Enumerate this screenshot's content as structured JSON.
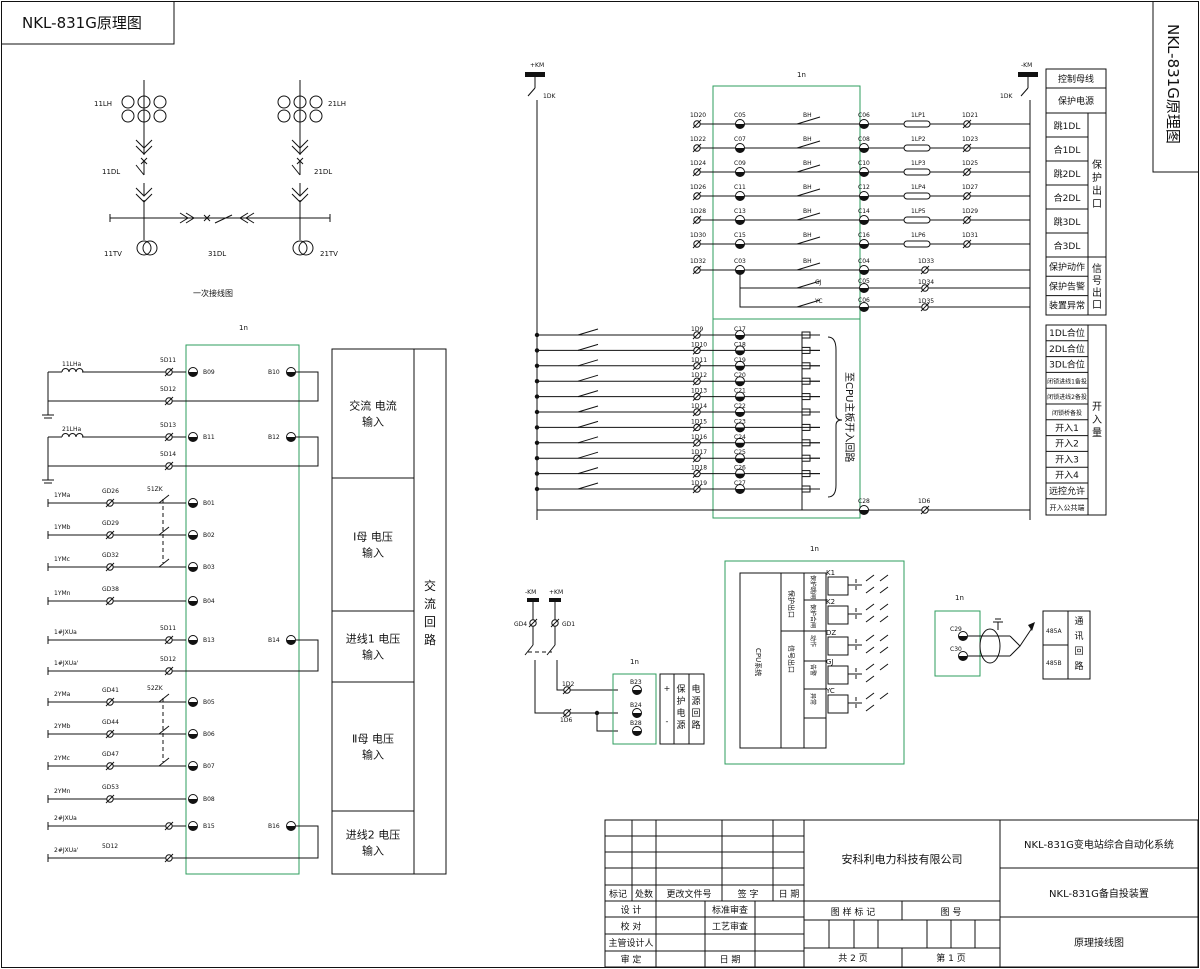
{
  "title": "NKL-831G原理图",
  "side_title": "NKL-831G原理图",
  "primary": {
    "caption": "一次接线图",
    "ct1": "11LH",
    "ct2": "21LH",
    "brk1": "11DL",
    "brk2": "21DL",
    "brk3": "31DL",
    "tv1": "11TV",
    "tv2": "21TV"
  },
  "ac": {
    "box_label": "1n",
    "rows": [
      {
        "lead": "11LHa",
        "term": "5D11",
        "pin": "B09"
      },
      {
        "lead": "",
        "term": "5D12",
        "pin": ""
      },
      {
        "lead": "21LHa",
        "term": "5D13",
        "pin": "B11"
      },
      {
        "lead": "",
        "term": "5D14",
        "pin": ""
      },
      {
        "lead": "1YMa",
        "term": "GD26",
        "pin": "B01"
      },
      {
        "lead": "1YMb",
        "term": "GD29",
        "pin": "B02"
      },
      {
        "lead": "1YMc",
        "term": "GD32",
        "pin": "B03"
      },
      {
        "lead": "1YMn",
        "term": "GD38",
        "pin": "B04"
      },
      {
        "lead": "1#JXUa",
        "term": "5D11",
        "pin": "B13"
      },
      {
        "lead": "1#JXUa'",
        "term": "5D12",
        "pin": ""
      },
      {
        "lead": "2YMa",
        "term": "GD41",
        "pin": "B05"
      },
      {
        "lead": "2YMb",
        "term": "GD44",
        "pin": "B06"
      },
      {
        "lead": "2YMc",
        "term": "GD47",
        "pin": "B07"
      },
      {
        "lead": "2YMn",
        "term": "GD53",
        "pin": "B08"
      },
      {
        "lead": "2#JXUa",
        "term": "",
        "pin": "B15"
      },
      {
        "lead": "2#JXUa'",
        "term": "5D12",
        "pin": ""
      }
    ],
    "right_pins": [
      "B10",
      "B12",
      "B14",
      "B16"
    ],
    "switch1": "51ZK",
    "switch2": "52ZK",
    "panels": [
      "交流  电流\n输入",
      "Ⅰ母  电压\n输入",
      "进线1  电压\n输入",
      "Ⅱ母  电压\n输入",
      "进线2  电压\n输入"
    ],
    "group": "交\n流\n回\n路"
  },
  "outputs": {
    "pos_bus": "+KM",
    "neg_bus": "-KM",
    "fuse_l": "1DK",
    "fuse_r": "1DK",
    "box_label": "1n",
    "rows": [
      {
        "a": "1D20",
        "b": "C05",
        "k": "BH",
        "c": "C06",
        "lp": "1LP1",
        "e": "1D21"
      },
      {
        "a": "1D22",
        "b": "C07",
        "k": "BH",
        "c": "C08",
        "lp": "1LP2",
        "e": "1D23"
      },
      {
        "a": "1D24",
        "b": "C09",
        "k": "BH",
        "c": "C10",
        "lp": "1LP3",
        "e": "1D25"
      },
      {
        "a": "1D26",
        "b": "C11",
        "k": "BH",
        "c": "C12",
        "lp": "1LP4",
        "e": "1D27"
      },
      {
        "a": "1D28",
        "b": "C13",
        "k": "BH",
        "c": "C14",
        "lp": "1LP5",
        "e": "1D29"
      },
      {
        "a": "1D30",
        "b": "C15",
        "k": "BH",
        "c": "C16",
        "lp": "1LP6",
        "e": "1D31"
      }
    ],
    "sig": {
      "a": "1D32",
      "b": "C03",
      "k1": "BH",
      "c1": "C04",
      "e1": "1D33",
      "k2": "GJ",
      "c2": "C05",
      "e2": "1D34",
      "k3": "YC",
      "c3": "C06",
      "e3": "1D35"
    }
  },
  "inputs": {
    "rows": [
      {
        "a": "1D9",
        "b": "C17"
      },
      {
        "a": "1D10",
        "b": "C18"
      },
      {
        "a": "1D11",
        "b": "C19"
      },
      {
        "a": "1D12",
        "b": "C20"
      },
      {
        "a": "1D13",
        "b": "C21"
      },
      {
        "a": "1D14",
        "b": "C22"
      },
      {
        "a": "1D15",
        "b": "C23"
      },
      {
        "a": "1D16",
        "b": "C24"
      },
      {
        "a": "1D17",
        "b": "C25"
      },
      {
        "a": "1D18",
        "b": "C26"
      },
      {
        "a": "1D19",
        "b": "C27"
      }
    ],
    "common": {
      "b": "C28",
      "a": "1D6"
    },
    "cpu_note": "至CPU主板开入回路"
  },
  "legend": {
    "top": [
      "控制母线",
      "保护电源"
    ],
    "prot": [
      "跳1DL",
      "合1DL",
      "跳2DL",
      "合2DL",
      "跳3DL",
      "合3DL"
    ],
    "prot_group": "保\n护\n出\n口",
    "sig": [
      "保护动作",
      "保护告警",
      "装置异常"
    ],
    "sig_group": "信\n号\n出\n口",
    "inp": [
      "1DL合位",
      "2DL合位",
      "3DL合位",
      "闭锁进线1备投",
      "闭锁进线2备投",
      "闭锁桥备投",
      "开入1",
      "开入2",
      "开入3",
      "开入4",
      "远控允许",
      "开入公共端"
    ],
    "inp_group": "开\n入\n量"
  },
  "power": {
    "neg": "-KM",
    "pos": "+KM",
    "f1": "GD4",
    "f2": "GD1",
    "t1": "1D2",
    "t2": "1D6",
    "box_label": "1n",
    "pins": [
      "B23",
      "B24",
      "B28"
    ],
    "plus": "+",
    "minus": "-",
    "label1": "保\n护\n电\n源",
    "label2": "电\n源\n回\n路"
  },
  "cpu": {
    "box_label": "1n",
    "core": "CPU系统",
    "col1": [
      "保护出口",
      "信号出口"
    ],
    "col2": [
      "保护跳闸",
      "保护合闸",
      "动作",
      "告警",
      "异常"
    ],
    "relays": [
      "K1",
      "K2",
      "DZ",
      "GJ",
      "YC"
    ]
  },
  "comm": {
    "box_label": "1n",
    "pins": [
      "C29",
      "C30"
    ],
    "ports": [
      "485A",
      "485B"
    ],
    "label": "通\n讯\n回\n路"
  },
  "titleblock": {
    "company": "安科利电力科技有限公司",
    "system": "NKL-831G变电站综合自动化系统",
    "device": "NKL-831G备自投装置",
    "drawing": "原理接线图",
    "rev_headers": [
      "标记",
      "处数",
      "更改文件号",
      "签 字",
      "日 期"
    ],
    "roles_left": [
      "设  计",
      "校  对",
      "主管设计人",
      "审  定"
    ],
    "roles_mid": [
      "标准审查",
      "工艺审查",
      "",
      "日  期"
    ],
    "sheet_head": [
      "图 样 标 记",
      "图    号"
    ],
    "total": "共  2  页",
    "page": "第  1  页"
  }
}
